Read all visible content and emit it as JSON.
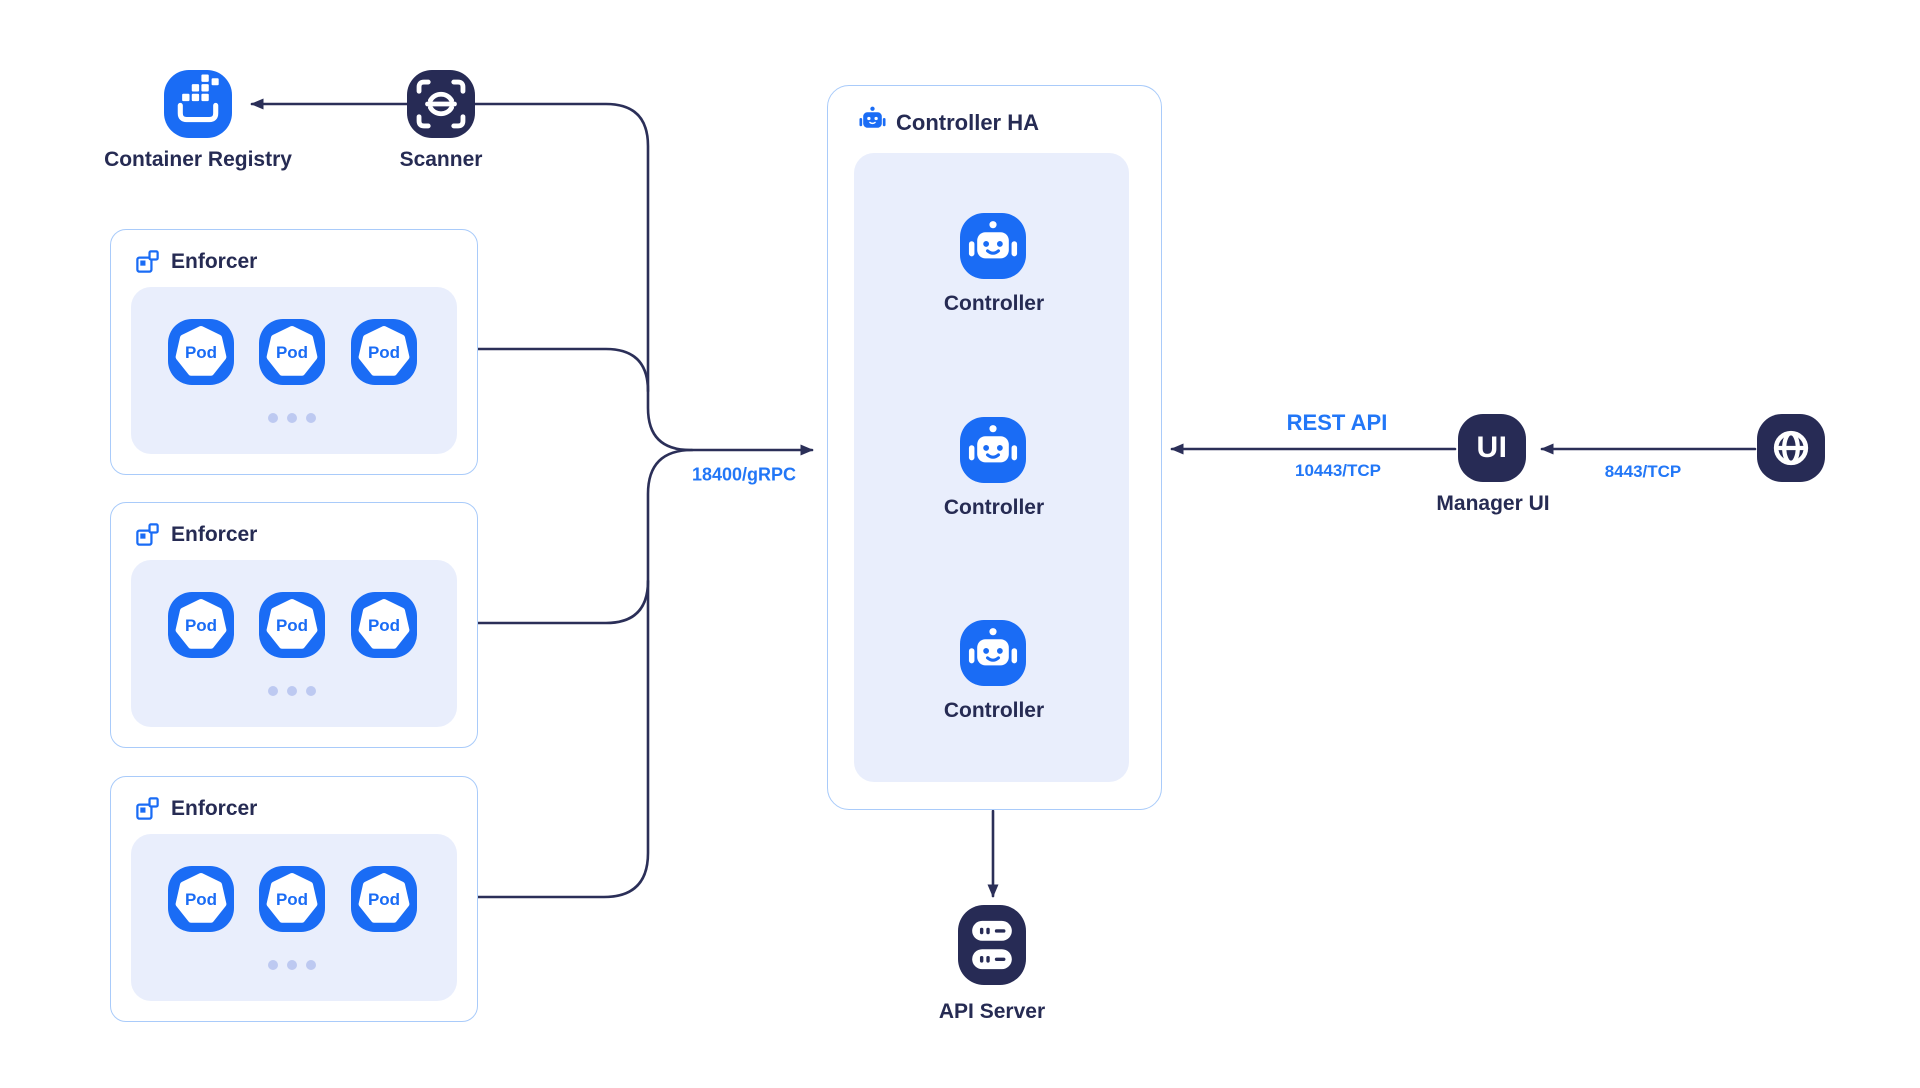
{
  "colors": {
    "primary_blue": "#1a6cf5",
    "navy": "#262b53",
    "label_blue": "#2277f7",
    "box_border": "#a9cbfa",
    "panel_bg": "#e9eefc",
    "dot": "#bdc9f1"
  },
  "registry": {
    "label": "Container Registry"
  },
  "scanner": {
    "label": "Scanner"
  },
  "enforcers": [
    {
      "label": "Enforcer",
      "pods": [
        "Pod",
        "Pod",
        "Pod"
      ]
    },
    {
      "label": "Enforcer",
      "pods": [
        "Pod",
        "Pod",
        "Pod"
      ]
    },
    {
      "label": "Enforcer",
      "pods": [
        "Pod",
        "Pod",
        "Pod"
      ]
    }
  ],
  "controller_ha": {
    "label": "Controller HA",
    "controllers": [
      {
        "label": "Controller"
      },
      {
        "label": "Controller"
      },
      {
        "label": "Controller"
      }
    ]
  },
  "manager_ui": {
    "icon_text": "UI",
    "label": "Manager UI"
  },
  "api_server": {
    "label": "API Server"
  },
  "edges": {
    "grpc_label": "18400/gRPC",
    "rest_api_label": "REST API",
    "rest_port_label": "10443/TCP",
    "web_port_label": "8443/TCP"
  }
}
